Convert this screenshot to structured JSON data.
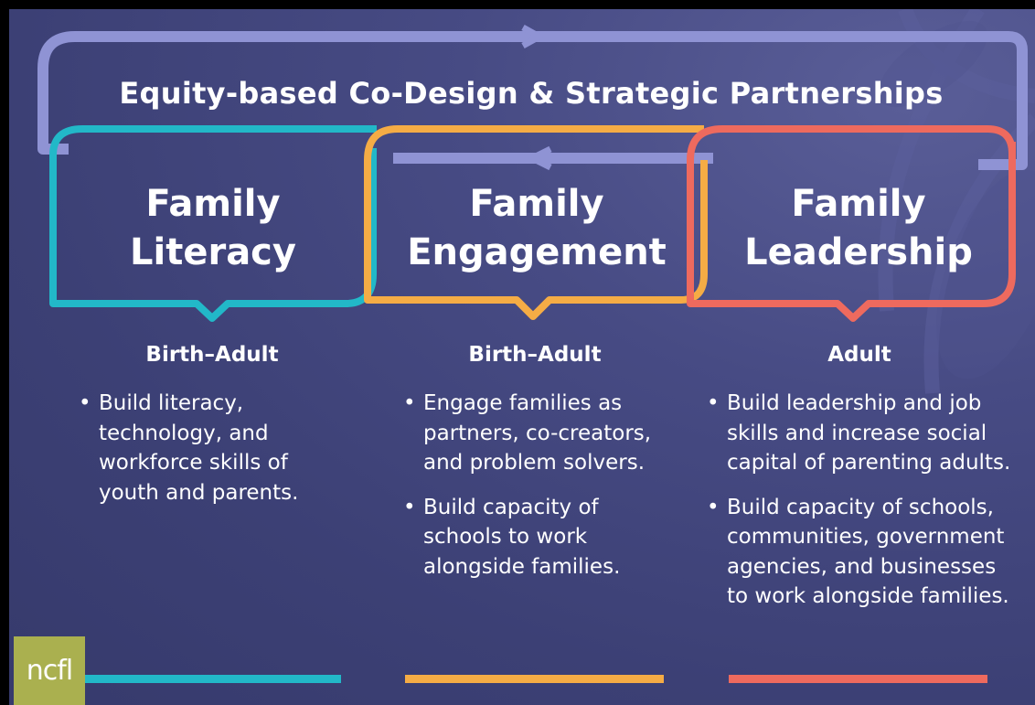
{
  "title": "Equity-based Co-Design & Strategic Partnerships",
  "colors": {
    "background": "#3f4379",
    "cycle_arrow": "#8f93d4",
    "literacy": "#22b8c8",
    "engagement": "#f5ac45",
    "leadership": "#ee6a5e",
    "logo": "#aab04f"
  },
  "columns": [
    {
      "title_line1": "Family",
      "title_line2": "Literacy",
      "age": "Birth–Adult",
      "bullets": [
        "Build literacy, technology, and workforce skills of youth and parents."
      ]
    },
    {
      "title_line1": "Family",
      "title_line2": "Engagement",
      "age": "Birth–Adult",
      "bullets": [
        "Engage families as partners, co-creators, and problem solvers.",
        "Build capacity of schools to work alongside families."
      ]
    },
    {
      "title_line1": "Family",
      "title_line2": "Leadership",
      "age": "Adult",
      "bullets": [
        "Build leadership and job skills and increase social capital of parenting adults.",
        "Build capacity of schools, communities, government agencies, and businesses to work alongside families."
      ]
    }
  ],
  "logo_text": "ncfl"
}
